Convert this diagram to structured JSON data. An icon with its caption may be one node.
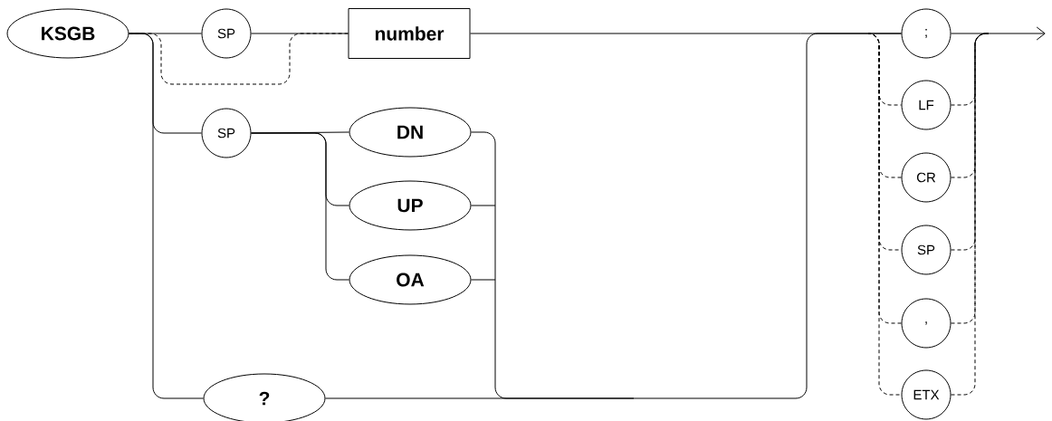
{
  "diagram": {
    "nodes": [
      {
        "text": [
          "KSGB"
        ]
      },
      {
        "text": [
          "SP"
        ]
      },
      {
        "text": [
          "number"
        ]
      },
      {
        "text": [
          "SP"
        ]
      },
      {
        "text": [
          "DN"
        ]
      },
      {
        "text": [
          "UP"
        ]
      },
      {
        "text": [
          "OA"
        ]
      },
      {
        "text": [
          "?"
        ]
      },
      {
        "text": [
          ";"
        ]
      },
      {
        "text": [
          "LF"
        ]
      },
      {
        "text": [
          "CR"
        ]
      },
      {
        "text": [
          "SP"
        ]
      },
      {
        "text": [
          ","
        ]
      },
      {
        "text": [
          "ETX"
        ]
      }
    ],
    "edges": [
      {
        "from": 0,
        "to": 1,
        "arrow": "none"
      },
      {
        "from": 1,
        "to": 2,
        "arrow": "none"
      },
      {
        "from": 0,
        "to": 2,
        "arrow": "none",
        "style": "dashed"
      },
      {
        "from": 0,
        "to": 3,
        "arrow": "none"
      },
      {
        "from": 3,
        "to": 4,
        "arrow": "none"
      },
      {
        "from": 3,
        "to": 5,
        "arrow": "none"
      },
      {
        "from": 3,
        "to": 6,
        "arrow": "none"
      },
      {
        "from": 0,
        "to": 7,
        "arrow": "none"
      },
      {
        "from": 2,
        "to": 8,
        "arrow": "none"
      },
      {
        "from": 4,
        "to": 8,
        "arrow": "none"
      },
      {
        "from": 5,
        "to": 8,
        "arrow": "none"
      },
      {
        "from": 6,
        "to": 8,
        "arrow": "none"
      },
      {
        "from": 7,
        "to": 8,
        "arrow": "none"
      },
      {
        "from": 8,
        "to": null,
        "arrow": "to"
      },
      {
        "from": null,
        "to": 9,
        "arrow": "none",
        "style": "dashed"
      },
      {
        "from": 9,
        "to": null,
        "arrow": "none",
        "style": "dashed"
      },
      {
        "from": null,
        "to": 10,
        "arrow": "none",
        "style": "dashed"
      },
      {
        "from": 10,
        "to": null,
        "arrow": "none",
        "style": "dashed"
      },
      {
        "from": null,
        "to": 11,
        "arrow": "none",
        "style": "dashed"
      },
      {
        "from": 11,
        "to": null,
        "arrow": "none",
        "style": "dashed"
      },
      {
        "from": null,
        "to": 12,
        "arrow": "none",
        "style": "dashed"
      },
      {
        "from": 12,
        "to": null,
        "arrow": "none",
        "style": "dashed"
      },
      {
        "from": null,
        "to": 13,
        "arrow": "none",
        "style": "dashed"
      },
      {
        "from": 13,
        "to": null,
        "arrow": "none",
        "style": "dashed"
      }
    ]
  }
}
